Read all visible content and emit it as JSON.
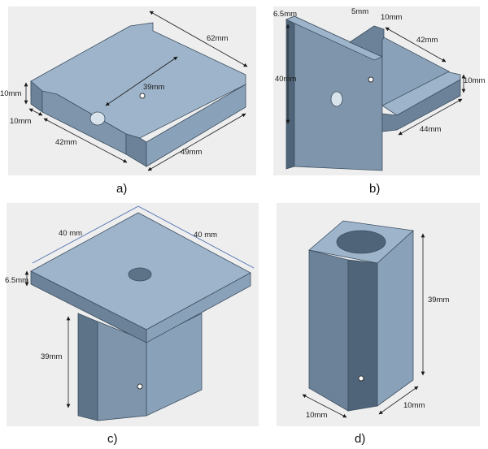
{
  "panels": {
    "a": {
      "caption": "a)",
      "dims": {
        "length_top": "62mm",
        "width_inner": "39mm",
        "height": "10mm",
        "slot": "10mm",
        "front_inner": "42mm",
        "front_outer": "49mm"
      }
    },
    "b": {
      "caption": "b)",
      "dims": {
        "thickness": "6.5mm",
        "gap": "5mm",
        "wall": "10mm",
        "length": "42mm",
        "height_plate": "40mm",
        "height_part": "10mm",
        "depth": "44mm"
      }
    },
    "c": {
      "caption": "c)",
      "dims": {
        "top_left": "40 mm",
        "top_right": "40 mm",
        "thickness": "6.5mm",
        "stem_height": "39mm"
      }
    },
    "d": {
      "caption": "d)",
      "dims": {
        "height": "39mm",
        "width_front": "10mm",
        "width_side": "10mm"
      }
    }
  },
  "colors": {
    "panel_bg": "#eeeeee",
    "face_top": "#9db4ca",
    "face_front": "#7e95ab",
    "face_side": "#6b8299",
    "face_dark": "#4f6478",
    "edge": "#3d4f61"
  }
}
